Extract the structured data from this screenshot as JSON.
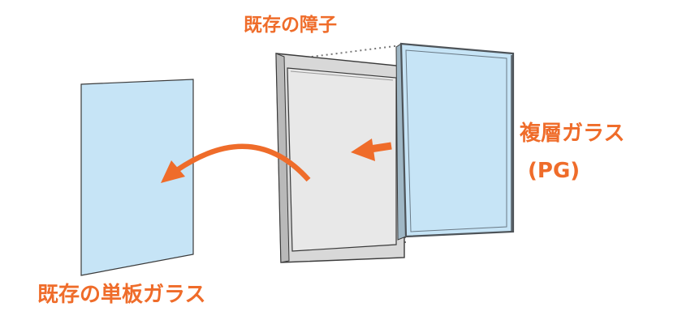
{
  "labels": {
    "existing_shoji": "既存の障子",
    "multilayer_glass": "複層ガラス",
    "multilayer_glass_abbr": "(PG)",
    "existing_single_glass": "既存の単板ガラス"
  },
  "colors": {
    "accent_orange": "#ef6c2a",
    "glass_fill": "#c6e4f6",
    "glass_stroke": "#4d5358",
    "sash_fill": "#e6e6e6",
    "frame_fill": "#d8d8d8",
    "outline": "#3a3a3a",
    "dotted_line": "#777777"
  },
  "icons": {
    "remove_arrow": "curved-arrow-left-icon",
    "insert_arrow": "arrow-left-icon"
  }
}
